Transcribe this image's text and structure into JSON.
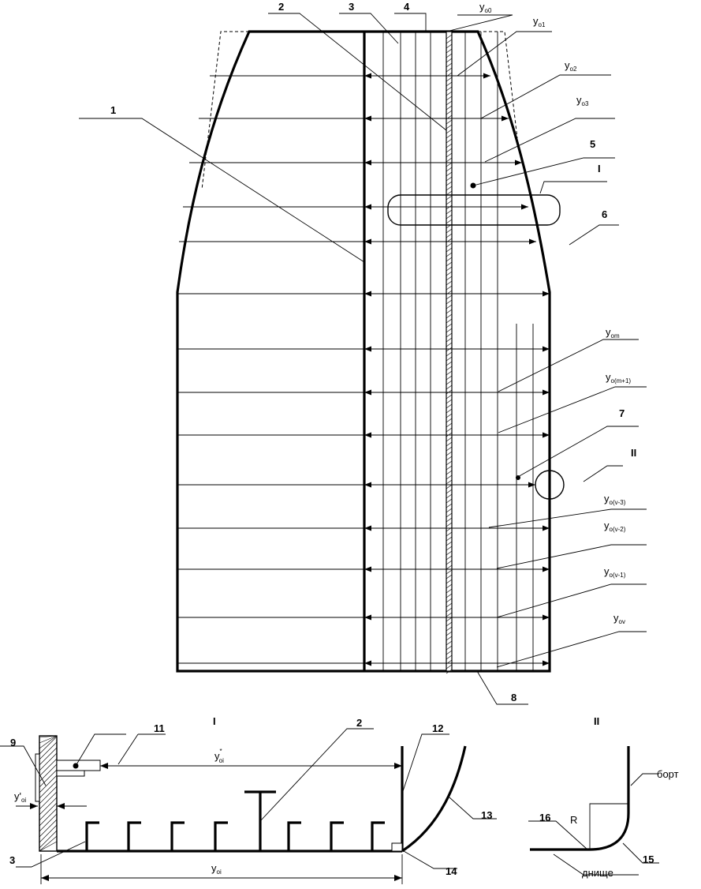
{
  "callouts": {
    "n1": "1",
    "n2": "2",
    "n3": "3",
    "n4": "4",
    "n5": "5",
    "n6": "6",
    "n7": "7",
    "n8": "8",
    "n9": "9",
    "n11": "11",
    "n12": "12",
    "n13": "13",
    "n14": "14",
    "n15": "15",
    "n16": "16",
    "detail_I": "I",
    "detail_II": "II"
  },
  "dimensions": {
    "y00": {
      "base": "y",
      "sub": "o0"
    },
    "y01": {
      "base": "y",
      "sub": "o1"
    },
    "y02": {
      "base": "y",
      "sub": "o2"
    },
    "y03": {
      "base": "y",
      "sub": "o3"
    },
    "yom": {
      "base": "y",
      "sub": "om"
    },
    "yom1": {
      "base": "y",
      "sub": "o(m+1)"
    },
    "yov3": {
      "base": "y",
      "sub": "o(v-3)"
    },
    "yov2": {
      "base": "y",
      "sub": "o(v-2)"
    },
    "yov1": {
      "base": "y",
      "sub": "o(v-1)"
    },
    "yov": {
      "base": "y",
      "sub": "ov"
    },
    "yoi_star": {
      "base": "y",
      "sub": "oi",
      "sup": "*"
    },
    "yoi_prime": {
      "base": "y'",
      "sub": "oi"
    },
    "yoi": {
      "base": "y",
      "sub": "oi"
    }
  },
  "detail_II": {
    "radius": "R",
    "side": "борт",
    "bottom": "днище"
  }
}
